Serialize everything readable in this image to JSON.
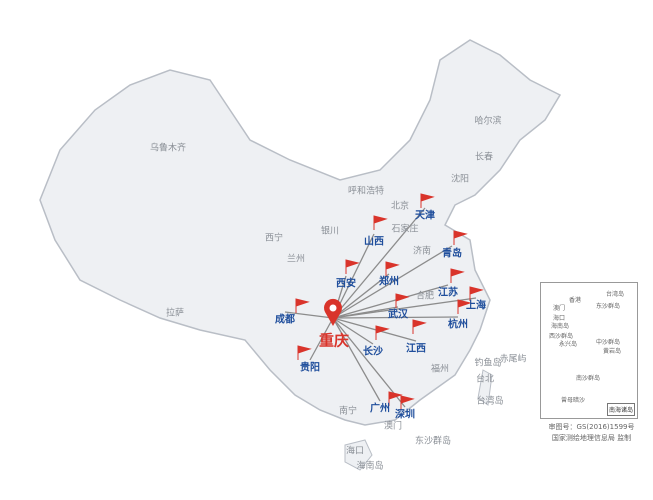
{
  "origin": {
    "name": "重庆",
    "color": "#d9342b"
  },
  "destinations": [
    "天津",
    "山西",
    "青岛",
    "西安",
    "郑州",
    "江苏",
    "上海",
    "武汉",
    "杭州",
    "成都",
    "长沙",
    "江西",
    "贵阳",
    "广州",
    "深圳"
  ],
  "cities": [
    "乌鲁木齐",
    "哈尔滨",
    "长春",
    "沈阳",
    "呼和浩特",
    "北京",
    "石家庄",
    "银川",
    "西宁",
    "兰州",
    "济南",
    "拉萨",
    "合肥",
    "南宁",
    "福州",
    "台北",
    "台湾岛",
    "钓鱼岛",
    "赤尾屿",
    "澳门",
    "海口",
    "海南岛",
    "东沙群岛"
  ],
  "inset": {
    "labels": [
      "香港",
      "澳门",
      "台湾岛",
      "海口",
      "东沙群岛",
      "海南岛",
      "西沙群岛",
      "永兴岛",
      "中沙群岛",
      "黄岩岛",
      "南沙群岛",
      "曾母暗沙"
    ],
    "box_label": "南海诸岛"
  },
  "caption": {
    "line1": "审图号：GS(2016)1599号",
    "line2": "国家测绘地理信息局 监制"
  },
  "colors": {
    "land": "#eef0f3",
    "border": "#c6cad0",
    "line": "#8c8c8c",
    "flag": "#d9342b",
    "label": "#1f4e9c"
  }
}
